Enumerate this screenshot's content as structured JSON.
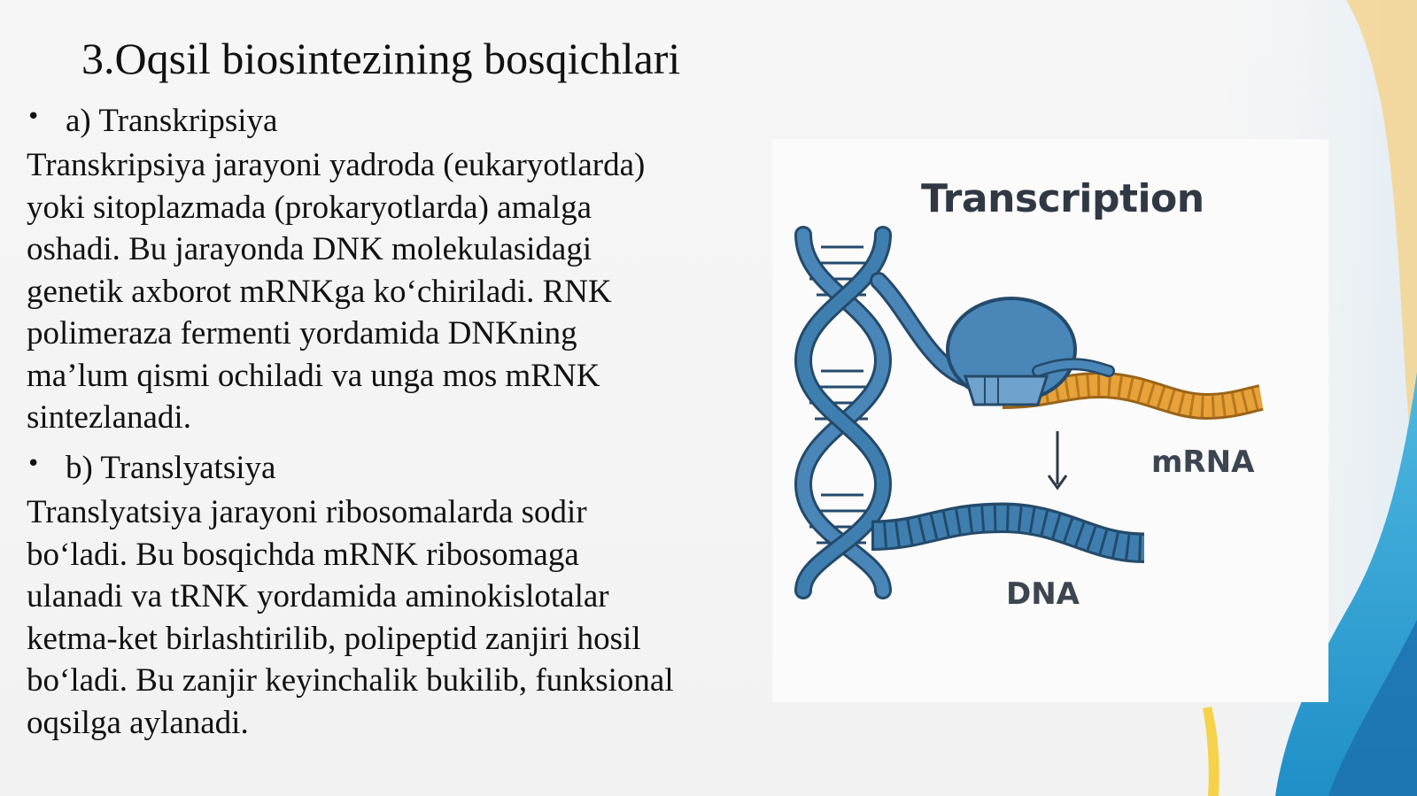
{
  "slide": {
    "title": "3.Oqsil biosintezining bosqichlari",
    "sections": [
      {
        "bullet": "a) Transkripsiya",
        "lines": [
          "Transkripsiya jarayoni yadroda (eukaryotlarda)",
          "yoki sitoplazmada (prokaryotlarda) amalga",
          "oshadi. Bu jarayonda DNK molekulasidagi",
          "genetik axborot mRNKga ko‘chiriladi. RNK",
          "polimeraza fermenti yordamida DNKning",
          "ma’lum qismi ochiladi va unga mos mRNK",
          "sintezlanadi."
        ]
      },
      {
        "bullet": "b) Translyatsiya",
        "lines": [
          "Translyatsiya jarayoni ribosomalarda sodir",
          "bo‘ladi. Bu bosqichda mRNK ribosomaga",
          "ulanadi va tRNK yordamida aminokislotalar",
          "ketma-ket birlashtirilib, polipeptid zanjiri hosil",
          "bo‘ladi. Bu zanjir keyinchalik bukilib, funksional",
          "oqsilga aylanadi."
        ]
      }
    ]
  },
  "figure": {
    "title": "Transcription",
    "mrna_label": "mRNA",
    "dna_label": "DNA",
    "icons": [
      "dna-helix-icon",
      "rna-polymerase-icon",
      "down-arrow-icon"
    ]
  },
  "colors": {
    "dna_blue": "#3f7fb0",
    "dna_dark": "#244a6b",
    "mrna_orange": "#e8a23a",
    "label_gray": "#3c4550",
    "accent_sky": "#2aa4d6",
    "accent_yellow": "#f5c65a"
  }
}
